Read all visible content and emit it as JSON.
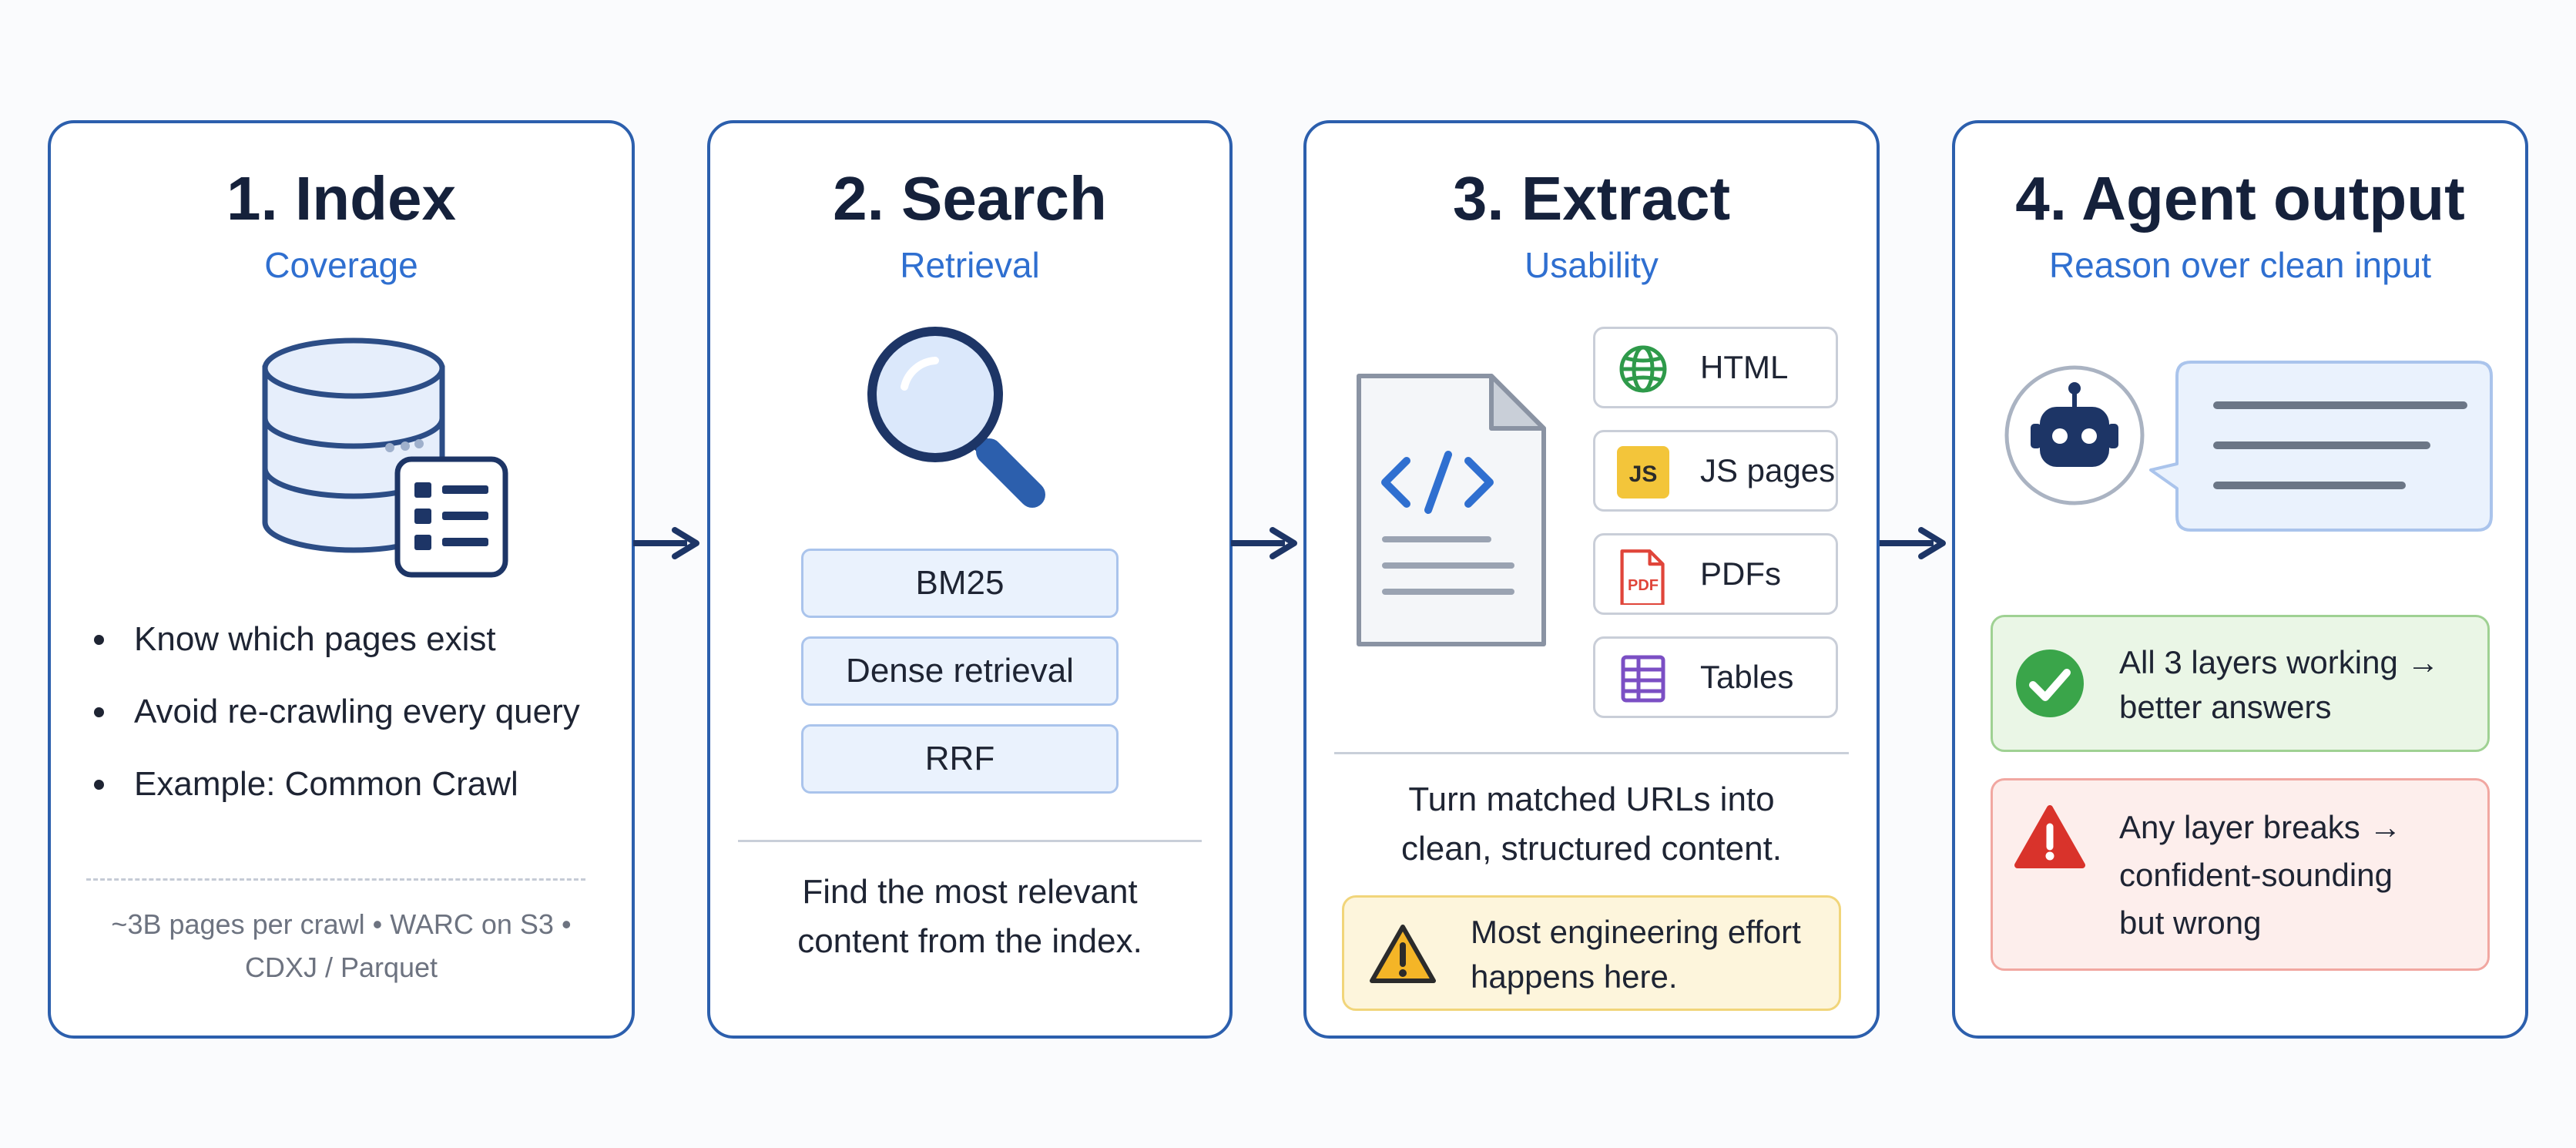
{
  "stages": [
    {
      "title": "1. Index",
      "subtitle": "Coverage",
      "bullets": [
        "Know which pages exist",
        "Avoid re-crawling every query",
        "Example: Common Crawl"
      ],
      "footnote_line1": "~3B pages per crawl • WARC on S3 •",
      "footnote_line2": "CDXJ / Parquet",
      "icon": "database-list-icon"
    },
    {
      "title": "2. Search",
      "subtitle": "Retrieval",
      "methods": [
        "BM25",
        "Dense retrieval",
        "RRF"
      ],
      "caption_line1": "Find the most relevant",
      "caption_line2": "content from the index.",
      "icon": "magnifier-icon"
    },
    {
      "title": "3. Extract",
      "subtitle": "Usability",
      "formats": [
        {
          "label": "HTML",
          "icon": "globe-icon"
        },
        {
          "label": "JS pages",
          "icon": "js-icon"
        },
        {
          "label": "PDFs",
          "icon": "pdf-icon"
        },
        {
          "label": "Tables",
          "icon": "table-icon"
        }
      ],
      "js_badge": "JS",
      "pdf_badge": "PDF",
      "caption_line1": "Turn matched URLs into",
      "caption_line2": "clean, structured content.",
      "warning_line1": "Most engineering effort",
      "warning_line2": "happens here.",
      "icon": "code-document-icon"
    },
    {
      "title": "4. Agent output",
      "subtitle": "Reason over clean input",
      "success_line1": "All 3 layers working →",
      "success_line2": "better answers",
      "failure_line1": "Any layer breaks →",
      "failure_line2": "confident-sounding",
      "failure_line3": "but wrong",
      "icon": "robot-icon"
    }
  ],
  "colors": {
    "card_border": "#2c5fad",
    "subtitle": "#2f6fd0",
    "title": "#15213b",
    "method_fill": "#eaf2fd",
    "success_fill": "#eaf6e6",
    "failure_fill": "#fdeeec",
    "warning_fill": "#fdf5dc"
  }
}
